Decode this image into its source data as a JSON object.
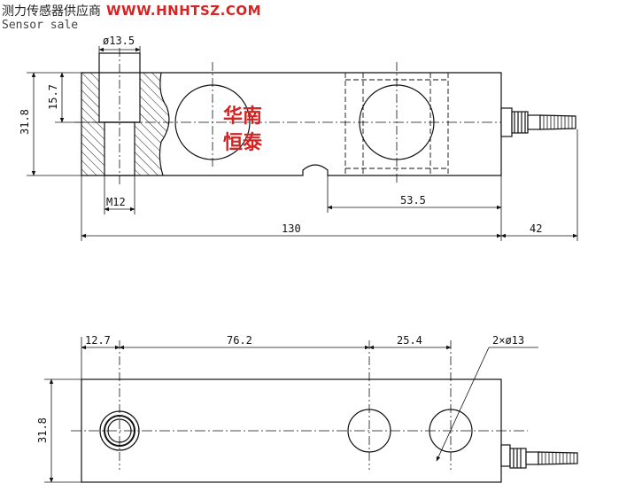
{
  "header": {
    "chinese_title": "测力传感器供应商",
    "url": "WWW.HNHTSZ.COM",
    "subtitle": "Sensor sale"
  },
  "watermark": {
    "line1": "华南",
    "line2": "恒泰"
  },
  "side_view": {
    "dims": {
      "hole_diameter": "ø13.5",
      "height": "31.8",
      "step": "15.7",
      "thread": "M12",
      "hole_spacing": "53.5",
      "length": "130",
      "cable": "42"
    }
  },
  "top_view": {
    "dims": {
      "offset": "12.7",
      "spacing_a": "76.2",
      "spacing_b": "25.4",
      "holes": "2×ø13",
      "width": "31.8"
    }
  },
  "colors": {
    "line": "#111111",
    "url_red": "#d42424",
    "watermark_red": "#d42424"
  }
}
